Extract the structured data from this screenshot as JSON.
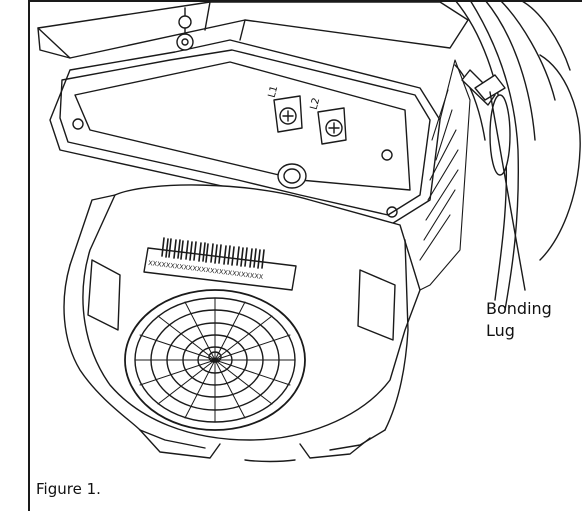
{
  "figure": {
    "caption": "Figure 1.",
    "callout": {
      "line1": "Bonding",
      "line2": "Lug"
    },
    "terminal_labels": [
      "L1",
      "L2"
    ],
    "barcode_text": "XXXXXXXXXXXXXXXXXXXXXXXXXX"
  },
  "colors": {
    "line": "#1a1a1a",
    "background": "#ffffff",
    "shade": "#cfcfcf"
  }
}
